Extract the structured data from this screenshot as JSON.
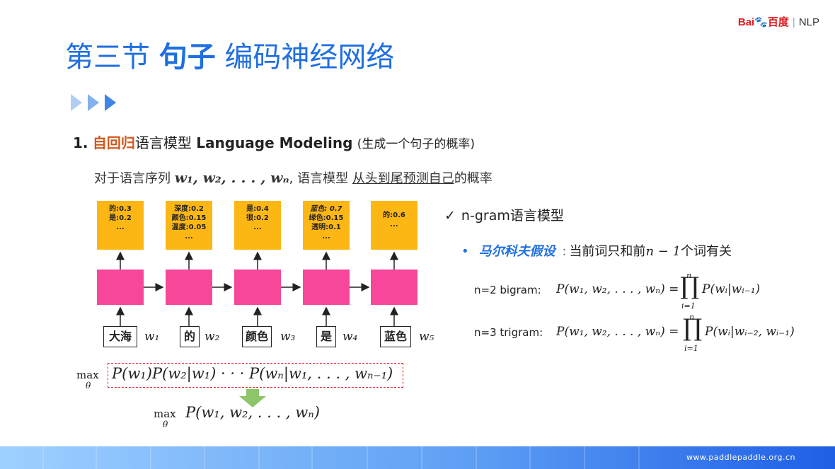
{
  "brand": {
    "bai": "Bai",
    "du": "du",
    "baidu_cn": "百度",
    "sep": "|",
    "nlp": "NLP"
  },
  "title": {
    "part1": "第三节",
    "bold": "句子",
    "part2": "编码神经网络"
  },
  "heading": {
    "num": "1.",
    "accent": "自回归",
    "text": "语言模型",
    "en": "Language Modeling",
    "paren": "(生成一个句子的概率)"
  },
  "subline": {
    "pre": "对于语言序列",
    "seq": "w₁, w₂, . . . , wₙ",
    "mid": ", 语言模型",
    "underlined": "从头到尾预测自己",
    "post": "的概率"
  },
  "outputs": [
    {
      "lines": [
        "的:0.3",
        "是:0.2",
        "..."
      ]
    },
    {
      "lines": [
        "深度:0.2",
        "颜色:0.15",
        "温度:0.05",
        "..."
      ]
    },
    {
      "lines": [
        "是:0.4",
        "很:0.2",
        "..."
      ]
    },
    {
      "lines": [
        "蓝色: 0.7",
        "绿色:0.15",
        "透明:0.1",
        "..."
      ]
    },
    {
      "lines": [
        "的:0.6",
        "..."
      ]
    }
  ],
  "words": [
    {
      "token": "大海",
      "label": "w₁"
    },
    {
      "token": "的",
      "label": "w₂"
    },
    {
      "token": "颜色",
      "label": "w₃"
    },
    {
      "token": "是",
      "label": "w₄"
    },
    {
      "token": "蓝色",
      "label": "w₅"
    }
  ],
  "equations": {
    "max": "max",
    "theta": "θ",
    "eq1": "P(w₁)P(w₂|w₁) · · · P(wₙ|w₁, . . . , wₙ₋₁)",
    "eq2": "P(w₁, w₂, . . . , wₙ)"
  },
  "right": {
    "check": "✓",
    "ngram": "n-gram语言模型",
    "bullet": "•",
    "markov_title": "马尔科夫假设",
    "markov_sep": ":",
    "markov_text1": "当前词只和前",
    "markov_math": "n − 1",
    "markov_text2": "个词有关",
    "bigram_label": "n=2 bigram:",
    "bigram_lhs": "P(w₁, w₂, . . . , wₙ) =",
    "bigram_rhs": "P(wᵢ|wᵢ₋₁)",
    "trigram_label": "n=3 trigram:",
    "trigram_lhs": "P(w₁, w₂, . . . , wₙ) =",
    "trigram_rhs": "P(wᵢ|wᵢ₋₂, wᵢ₋₁)",
    "prod_top": "n",
    "prod_bottom": "i=1",
    "prod_sym": "∏"
  },
  "footer": {
    "site": "www.paddlepaddle.org.cn"
  },
  "colors": {
    "title": "#1f6fe0",
    "accent": "#d2571b",
    "output_box": "#fdb714",
    "hidden_box": "#f7479a",
    "dashed": "#e0161b",
    "arrow_down": "#8cc56a"
  }
}
